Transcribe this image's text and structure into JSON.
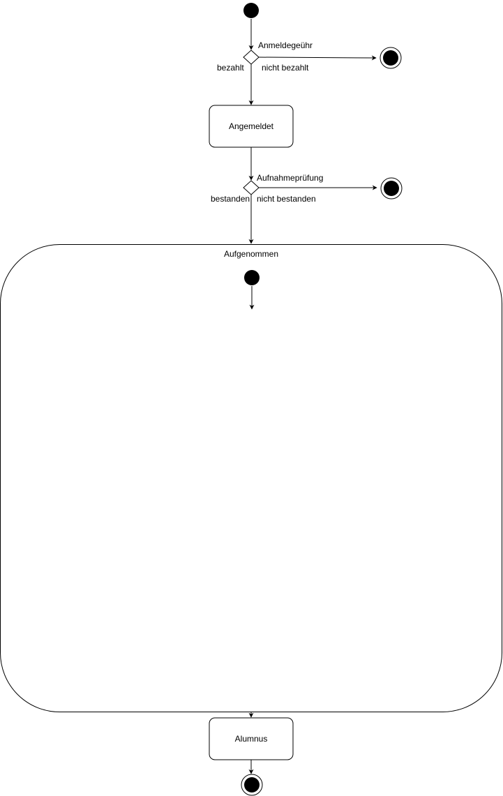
{
  "diagram": {
    "decisions": {
      "fee": {
        "label": "Anmeldegeühr",
        "yes_label": "bezahlt",
        "no_label": "nicht bezahlt"
      },
      "exam": {
        "label": "Aufnahmeprüfung",
        "yes_label": "bestanden",
        "no_label": "nicht bestanden"
      }
    },
    "states": {
      "registered": "Angemeldet",
      "admitted": "Aufgenommen",
      "alumnus": "Alumnus"
    }
  }
}
